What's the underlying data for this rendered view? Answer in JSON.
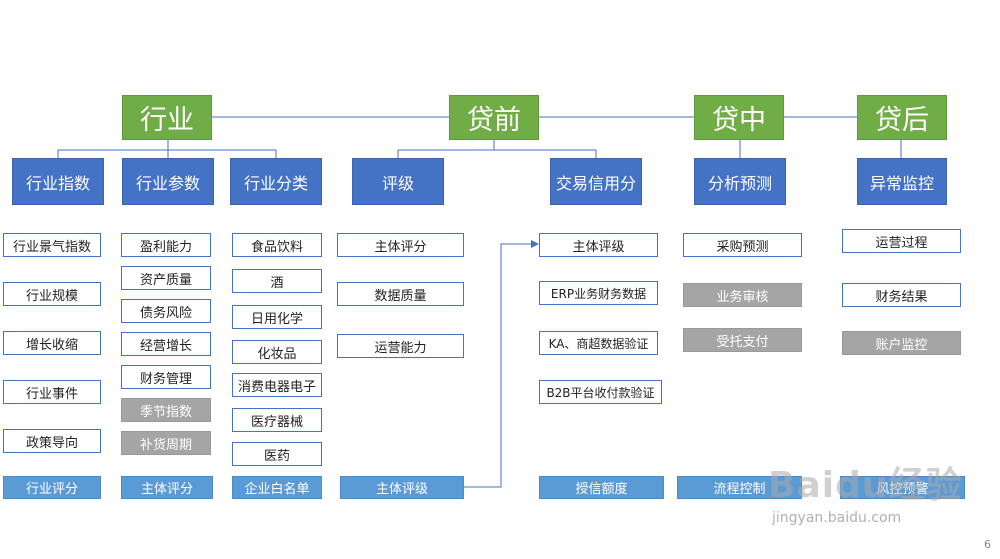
{
  "top": {
    "hangye": "行业",
    "daiqian": "贷前",
    "daizhong": "贷中",
    "daihou": "贷后"
  },
  "mid": {
    "hangye_zhishu": "行业指数",
    "hangye_canshu": "行业参数",
    "hangye_fenlei": "行业分类",
    "pingji": "评级",
    "jiaoyi_xinyong": "交易信用分",
    "fenxi_yuce": "分析预测",
    "yichang_jiankong": "异常监控"
  },
  "col_zhishu": [
    "行业景气指数",
    "行业规模",
    "增长收缩",
    "行业事件",
    "政策导向"
  ],
  "col_canshu": [
    "盈利能力",
    "资产质量",
    "债务风险",
    "经营增长",
    "财务管理"
  ],
  "col_canshu_grey": [
    "季节指数",
    "补货周期"
  ],
  "col_fenlei": [
    "食品饮料",
    "酒",
    "日用化学",
    "化妆品",
    "消费电器电子",
    "医疗器械",
    "医药"
  ],
  "col_pingji": [
    "主体评分",
    "数据质量",
    "运营能力"
  ],
  "col_jiaoyi": [
    "主体评级",
    "ERP业务财务数据",
    "KA、商超数据验证",
    "B2B平台收付款验证"
  ],
  "col_fenxi": [
    "采购预测"
  ],
  "col_fenxi_grey": [
    "业务审核",
    "受托支付"
  ],
  "col_yichang": [
    "运营过程",
    "财务结果"
  ],
  "col_yichang_grey": [
    "账户监控"
  ],
  "bottom": [
    "行业评分",
    "主体评分",
    "企业白名单",
    "主体评级",
    "授信额度",
    "流程控制",
    "风控预警"
  ],
  "watermark": {
    "logo": "Baidu经验",
    "url": "jingyan.baidu.com"
  },
  "page_number": "6"
}
